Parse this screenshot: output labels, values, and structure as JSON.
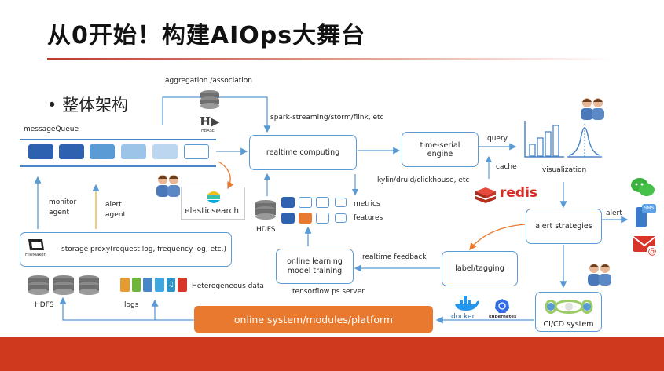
{
  "title": "从0开始！构建AIOps大舞台",
  "bullet": "整体架构",
  "labels": {
    "aggregation": "aggregation /association",
    "spark": "spark-streaming/storm/flink, etc",
    "message_queue": "messageQueue",
    "realtime_computing": "realtime computing",
    "time_serial_engine": "time-serial\nengine",
    "query": "query",
    "cache": "cache",
    "visualization": "visualization",
    "kylin": "kylin/druid/clickhouse, etc",
    "redis": "redis",
    "elasticsearch": "elasticsearch",
    "hdfs_mid": "HDFS",
    "metrics": "metrics",
    "features": "features",
    "monitor_agent": "monitor\nagent",
    "alert_agent": "alert\nagent",
    "alert": "alert",
    "alert_strategies": "alert strategies",
    "storage_proxy": "storage proxy(request log, frequency log, etc.)",
    "filemaker": "FileMaker",
    "online_learning": "online learning\nmodel training",
    "realtime_feedback": "realtime feedback",
    "label_tagging": "label/tagging",
    "tensorflow": "tensorflow ps server",
    "hdfs_bottom": "HDFS",
    "logs": "logs",
    "heterogeneous": "Heterogeneous data",
    "online_system": "online system/modules/platform",
    "docker": "docker",
    "kubernetes": "kubernetes",
    "cicd": "CI/CD system",
    "hbase": "HBASE",
    "sms": "SMS"
  },
  "colors": {
    "accent_blue": "#5b9bd5",
    "dark_blue": "#2e62b0",
    "orange": "#e8792f",
    "red_bar": "#cf3a1e",
    "redis_red": "#d82c20"
  }
}
